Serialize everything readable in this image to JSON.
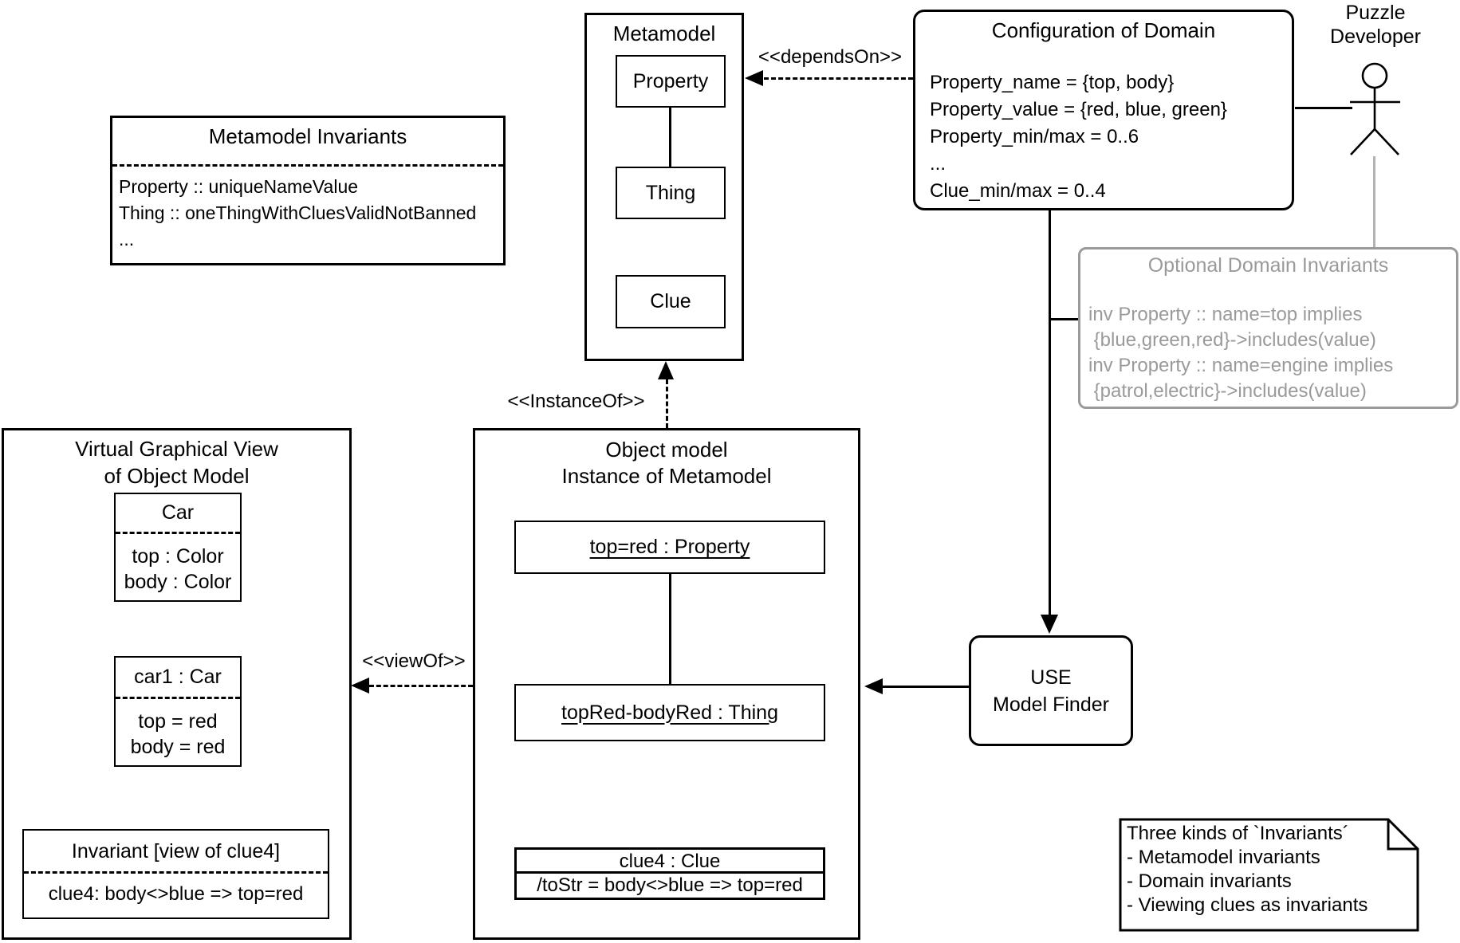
{
  "diagram": {
    "colors": {
      "foreground": "#000000",
      "background": "#ffffff",
      "optional_gray": "#9a9a9a",
      "actor_link_gray": "#b3b3b3"
    },
    "metamodel": {
      "title": "Metamodel",
      "classes": [
        "Property",
        "Thing",
        "Clue"
      ]
    },
    "relations": {
      "depends_on": "<<dependsOn>>",
      "instance_of": "<<InstanceOf>>",
      "view_of": "<<viewOf>>"
    },
    "configuration": {
      "title": "Configuration of Domain",
      "lines": [
        "Property_name = {top, body}",
        "Property_value = {red, blue, green}",
        "Property_min/max = 0..6",
        "...",
        "Clue_min/max = 0..4"
      ]
    },
    "actor": {
      "name_line1": "Puzzle",
      "name_line2": "Developer"
    },
    "metamodel_invariants": {
      "title": "Metamodel Invariants",
      "lines": [
        "Property :: uniqueNameValue",
        "Thing :: oneThingWithCluesValidNotBanned",
        "..."
      ]
    },
    "optional_domain_invariants": {
      "title": "Optional Domain Invariants",
      "lines": [
        "inv Property :: name=top implies",
        " {blue,green,red}->includes(value)",
        "inv Property :: name=engine implies",
        " {patrol,electric}->includes(value)"
      ]
    },
    "object_model": {
      "title_line1": "Object model",
      "title_line2": "Instance of Metamodel",
      "property_instance": "top=red : Property",
      "thing_instance": "topRed-bodyRed : Thing",
      "clue_instance_name": "clue4 : Clue",
      "clue_instance_attr": "/toStr = body<>blue => top=red"
    },
    "use_model_finder": {
      "line1": "USE",
      "line2": "Model Finder"
    },
    "virtual_view": {
      "title_line1": "Virtual Graphical View",
      "title_line2": "of Object Model",
      "car_class": {
        "name": "Car",
        "attrs": [
          "top : Color",
          "body : Color"
        ]
      },
      "car1_instance": {
        "name": "car1 : Car",
        "attrs": [
          "top = red",
          "body = red"
        ]
      },
      "invariant_view": {
        "title": "Invariant [view of clue4]",
        "body": "clue4: body<>blue => top=red"
      }
    },
    "note": {
      "lines": [
        "Three kinds of `Invariants´",
        "- Metamodel invariants",
        "- Domain invariants",
        "- Viewing clues as invariants"
      ]
    }
  }
}
